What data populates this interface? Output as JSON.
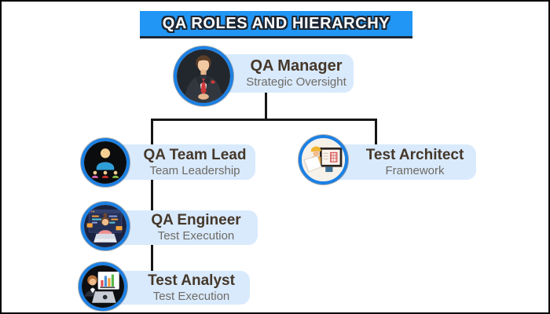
{
  "banner": {
    "text": "QA ROLES AND HIERARCHY",
    "bg_color": "#2196f4",
    "text_color": "#ffffff",
    "outline_color": "#1d2734"
  },
  "colors": {
    "node_box_bg": "#d9eafd",
    "node_title_text": "#453729",
    "node_subtitle_text": "#6e6a63",
    "avatar_ring": "#1b80e4",
    "connector": "#161616",
    "frame_border": "#000000",
    "background": "#ffffff"
  },
  "nodes": [
    {
      "id": "qa-manager",
      "title": "QA Manager",
      "subtitle": "Strategic Oversight",
      "icon": "manager-avatar"
    },
    {
      "id": "qa-team-lead",
      "title": "QA Team Lead",
      "subtitle": "Team Leadership",
      "icon": "team-lead-avatar"
    },
    {
      "id": "test-architect",
      "title": "Test Architect",
      "subtitle": "Framework",
      "icon": "architect-avatar"
    },
    {
      "id": "qa-engineer",
      "title": "QA Engineer",
      "subtitle": "Test Execution",
      "icon": "engineer-avatar"
    },
    {
      "id": "test-analyst",
      "title": "Test Analyst",
      "subtitle": "Test Execution",
      "icon": "analyst-avatar"
    }
  ]
}
